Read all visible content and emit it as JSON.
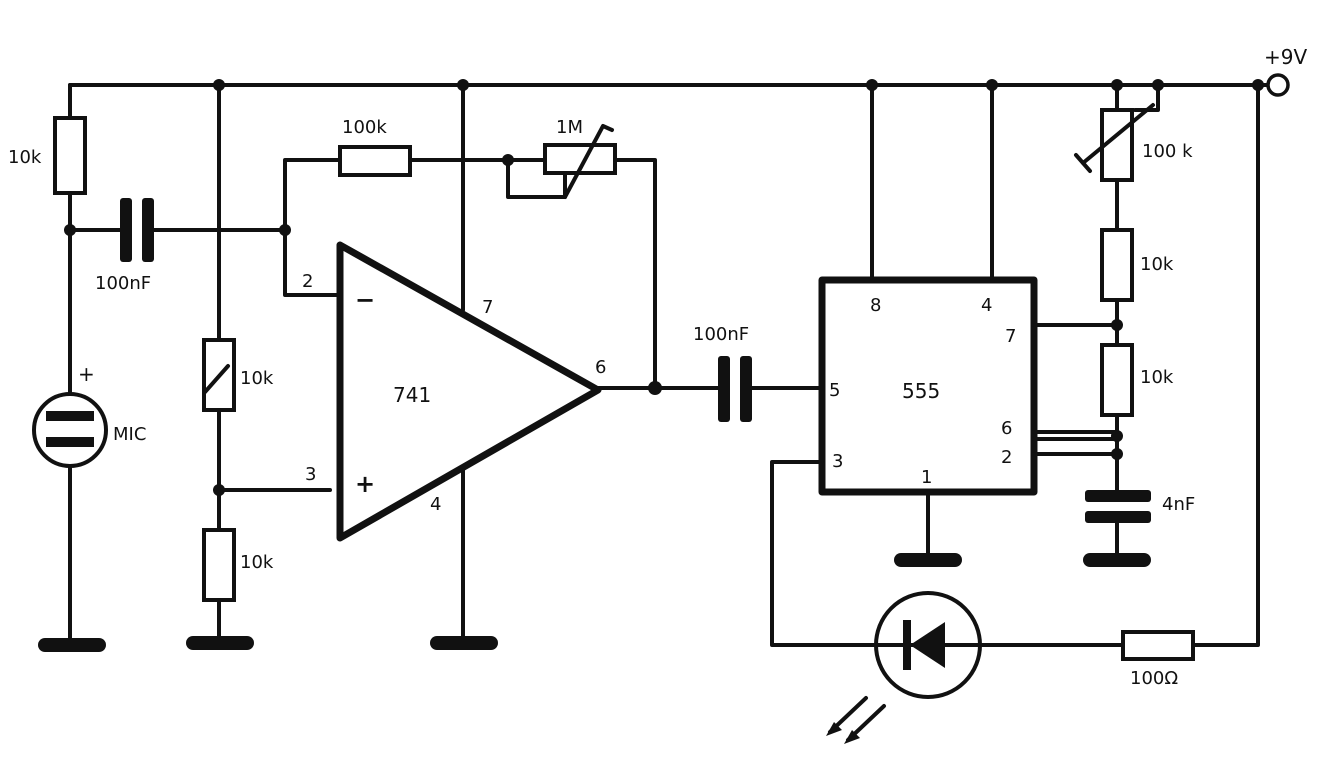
{
  "supply": {
    "label": "+9V"
  },
  "opamp": {
    "label": "741",
    "pins": {
      "inv": "2",
      "noninv": "3",
      "vplus": "7",
      "vminus": "4",
      "out": "6"
    },
    "inv_sign": "−",
    "noninv_sign": "+"
  },
  "timer": {
    "label": "555",
    "pins": {
      "p8": "8",
      "p4": "4",
      "p7": "7",
      "p5": "5",
      "p6": "6",
      "p3": "3",
      "p2": "2",
      "p1": "1"
    }
  },
  "components": {
    "r_mic": "10k",
    "c_in": "100nF",
    "r_feedback": "100k",
    "pot_feedback": "1M",
    "r_div_top": "10k",
    "r_div_bottom": "10k",
    "c_couple": "100nF",
    "pot_timing": "100 k",
    "r_t1": "10k",
    "r_t2": "10k",
    "c_timing": "4nF",
    "r_led": "100Ω"
  },
  "mic": {
    "label": "MIC",
    "polarity": "+"
  },
  "colors": {
    "ink": "#111111",
    "paper": "#ffffff"
  }
}
